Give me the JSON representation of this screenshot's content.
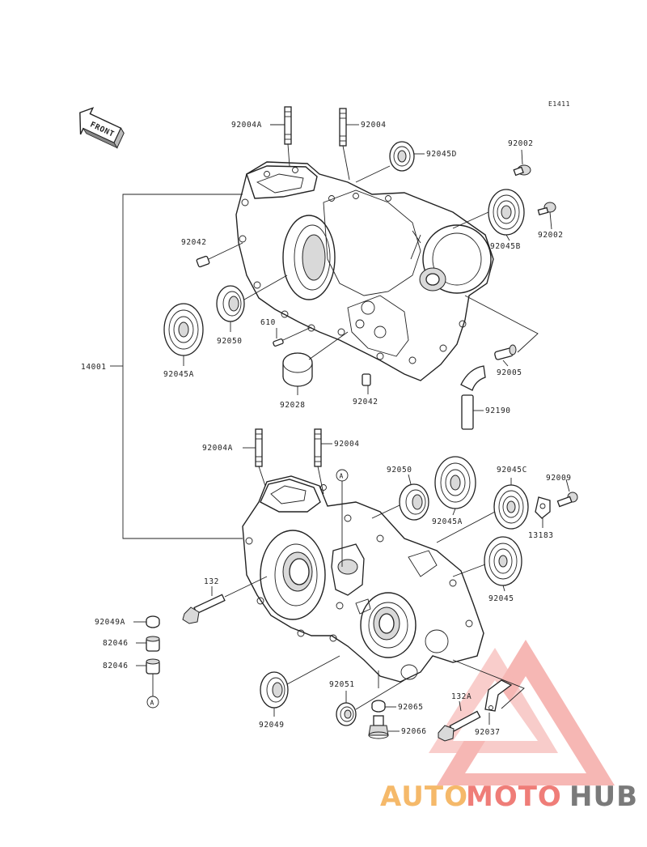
{
  "diagram_code": "E1411",
  "front_label": "FRONT",
  "assembly_number": "14001",
  "circle_marker": "A",
  "upper_labels": {
    "stud_a": "92004A",
    "stud": "92004",
    "bearing_d": "92045D",
    "bolt_top": "92002",
    "bearing_b": "92045B",
    "bolt_side": "92002",
    "dowel": "92042",
    "seal": "92050",
    "pin": "610",
    "bearing_a": "92045A",
    "collar": "92028",
    "dowel_lower": "92042",
    "fitting": "92005",
    "hose": "92190"
  },
  "lower_labels": {
    "stud_a": "92004A",
    "stud": "92004",
    "seal": "92050",
    "bearing_a": "92045A",
    "bearing_c": "92045C",
    "screw": "92009",
    "plate": "13183",
    "bolt": "132",
    "bearing": "92045",
    "washer": "92049A",
    "needle_1": "82046",
    "needle_2": "82046",
    "seal_front": "92049",
    "seal_shaft": "92051",
    "gasket": "92065",
    "drain_plug": "92066",
    "bolt_long": "132A",
    "clamp": "92037"
  },
  "watermark": {
    "part_1": "AUTO",
    "part_2": "MOTO",
    "part_3": "HUB",
    "color_1": "#f5b96a",
    "color_2": "#ef7d78",
    "color_3": "#7a7a7a"
  }
}
